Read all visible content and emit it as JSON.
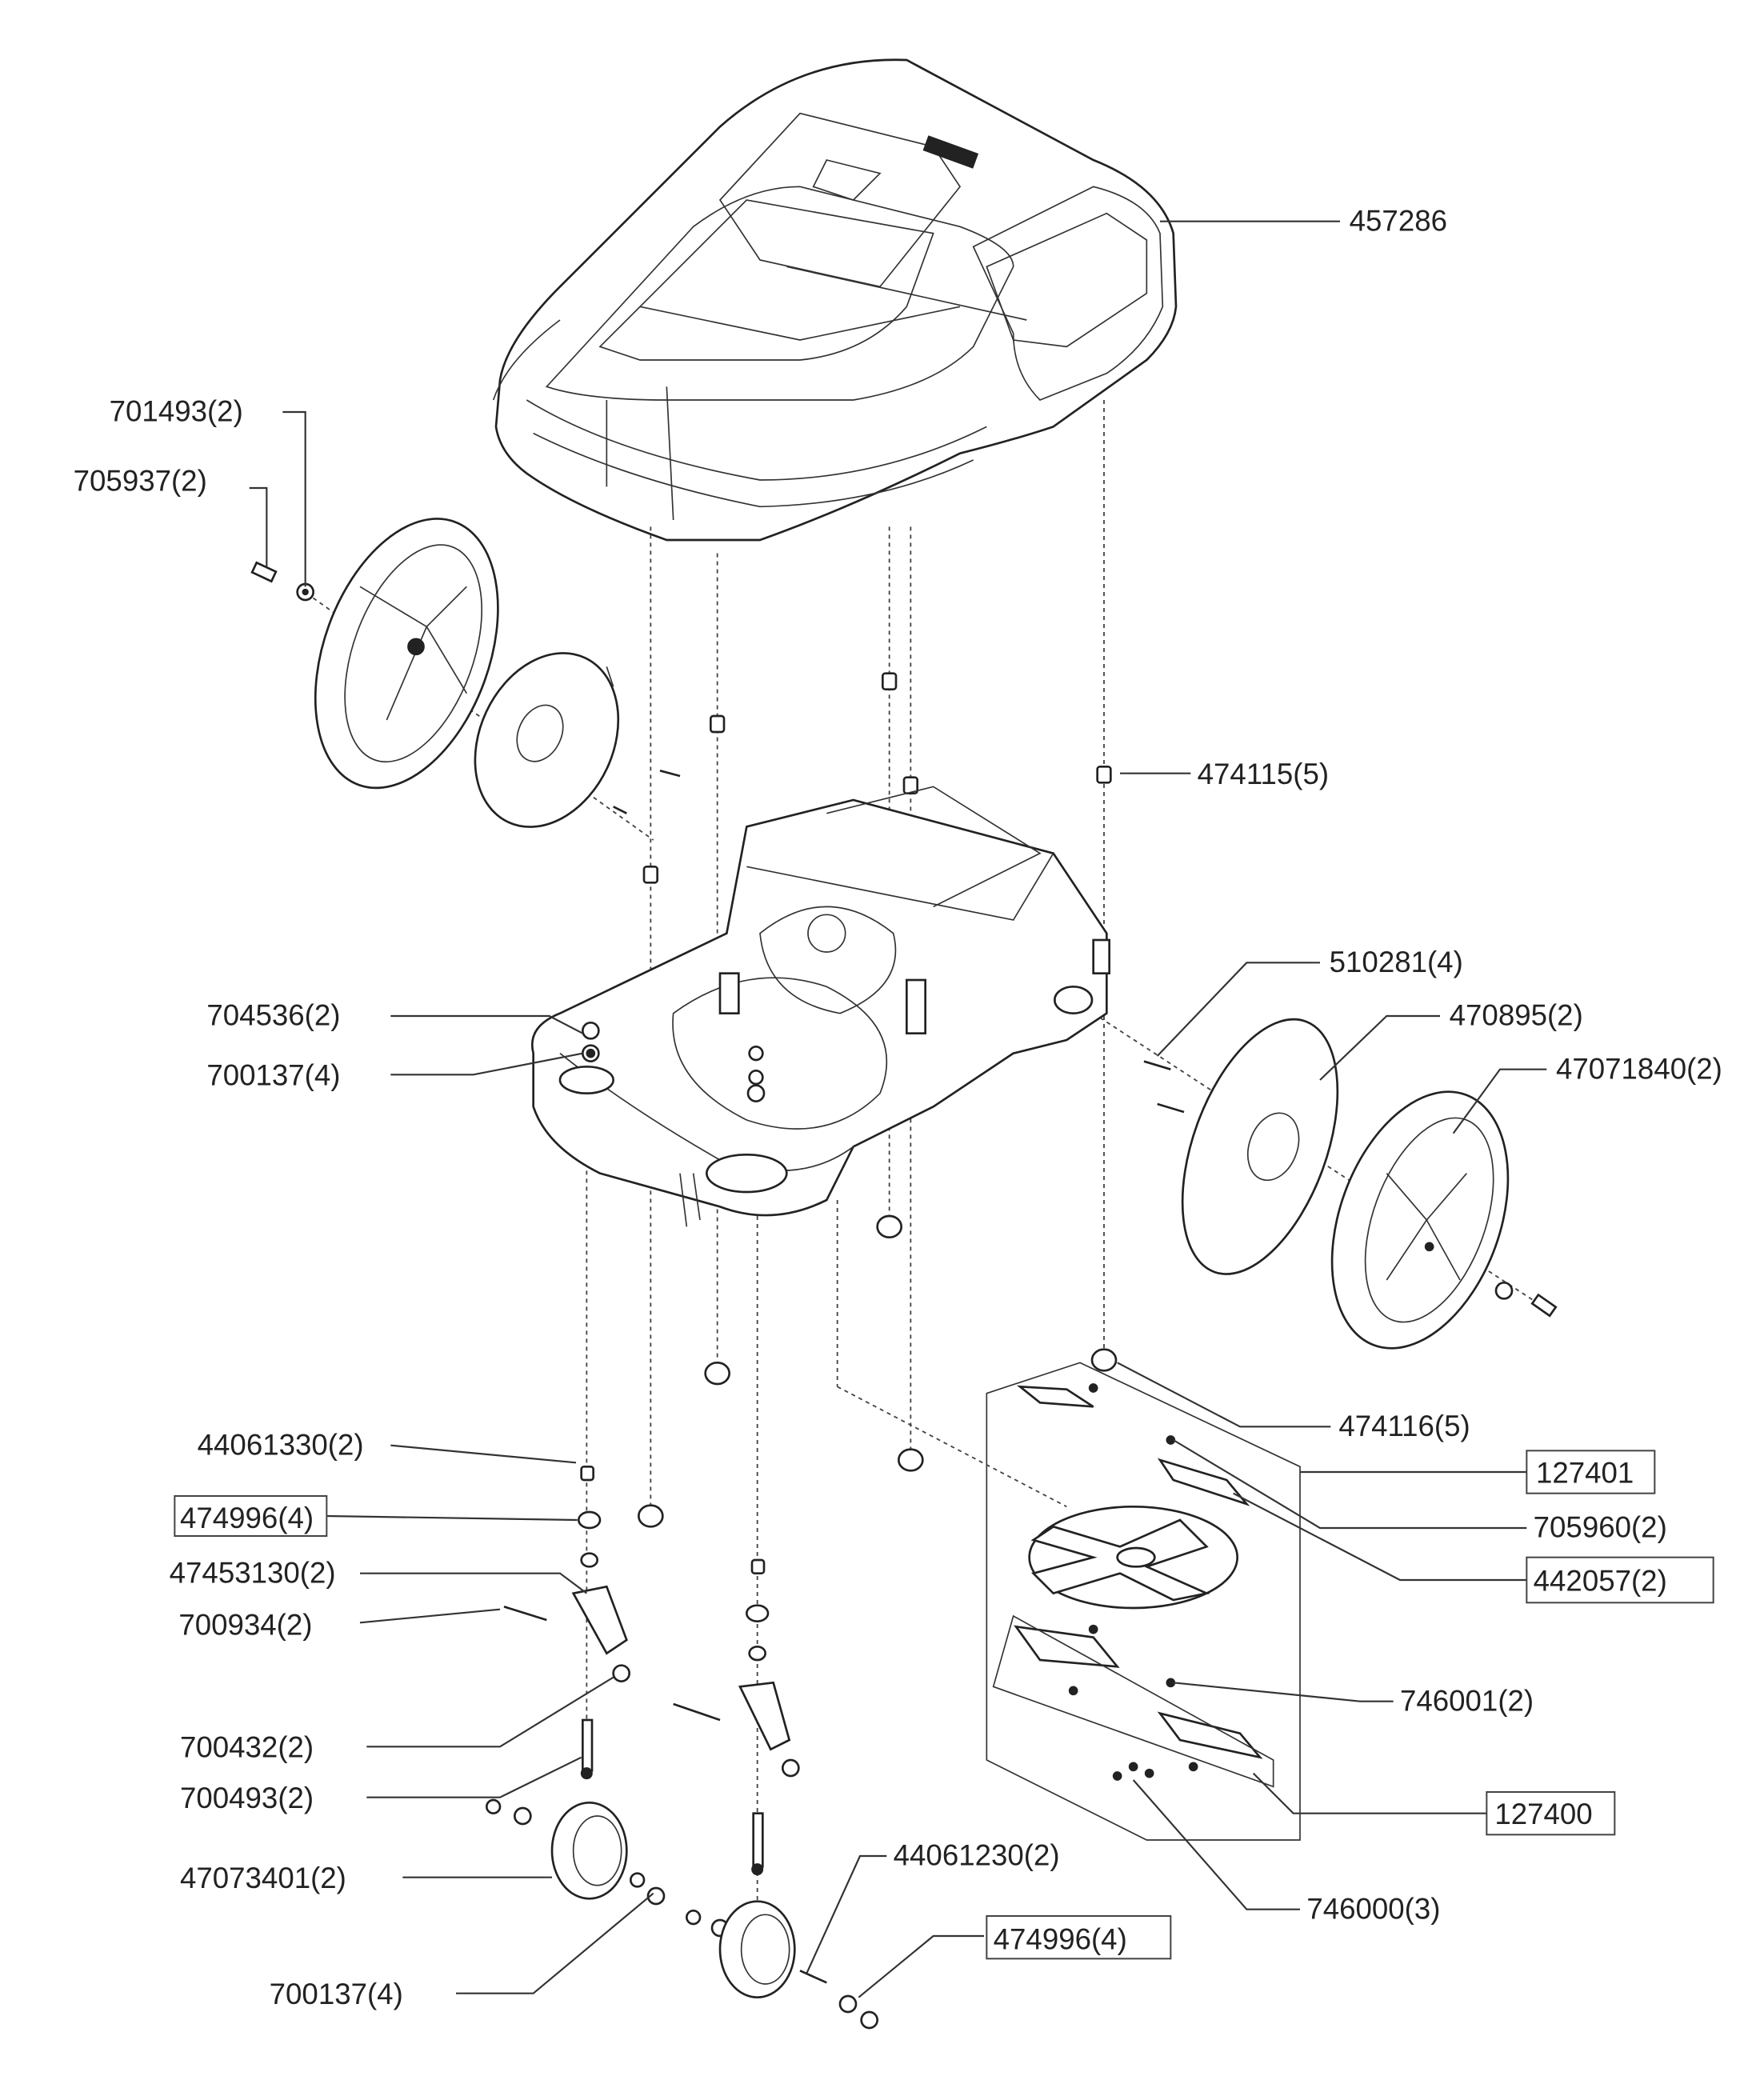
{
  "diagram": {
    "type": "exploded-parts-diagram",
    "subject": "robotic lawn mower",
    "labels": [
      {
        "id": "457286",
        "text": "457286",
        "boxed": false
      },
      {
        "id": "701493",
        "text": "701493(2)",
        "boxed": false
      },
      {
        "id": "705937",
        "text": "705937(2)",
        "boxed": false
      },
      {
        "id": "474115",
        "text": "474115(5)",
        "boxed": false
      },
      {
        "id": "510281",
        "text": "510281(4)",
        "boxed": false
      },
      {
        "id": "470895",
        "text": "470895(2)",
        "boxed": false
      },
      {
        "id": "47071840",
        "text": "47071840(2)",
        "boxed": false
      },
      {
        "id": "704536",
        "text": "704536(2)",
        "boxed": false
      },
      {
        "id": "700137a",
        "text": "700137(4)",
        "boxed": false
      },
      {
        "id": "474116",
        "text": "474116(5)",
        "boxed": false
      },
      {
        "id": "127401",
        "text": "127401",
        "boxed": true
      },
      {
        "id": "705960",
        "text": "705960(2)",
        "boxed": false
      },
      {
        "id": "442057",
        "text": "442057(2)",
        "boxed": true
      },
      {
        "id": "44061330",
        "text": "44061330(2)",
        "boxed": false
      },
      {
        "id": "474996a",
        "text": "474996(4)",
        "boxed": true
      },
      {
        "id": "47453130",
        "text": "47453130(2)",
        "boxed": false
      },
      {
        "id": "700934",
        "text": "700934(2)",
        "boxed": false
      },
      {
        "id": "746001",
        "text": "746001(2)",
        "boxed": false
      },
      {
        "id": "700432",
        "text": "700432(2)",
        "boxed": false
      },
      {
        "id": "700493",
        "text": "700493(2)",
        "boxed": false
      },
      {
        "id": "127400",
        "text": "127400",
        "boxed": true
      },
      {
        "id": "47073401",
        "text": "47073401(2)",
        "boxed": false
      },
      {
        "id": "746000",
        "text": "746000(3)",
        "boxed": false
      },
      {
        "id": "44061230",
        "text": "44061230(2)",
        "boxed": false
      },
      {
        "id": "474996b",
        "text": "474996(4)",
        "boxed": true
      },
      {
        "id": "700137b",
        "text": "700137(4)",
        "boxed": false
      }
    ]
  }
}
